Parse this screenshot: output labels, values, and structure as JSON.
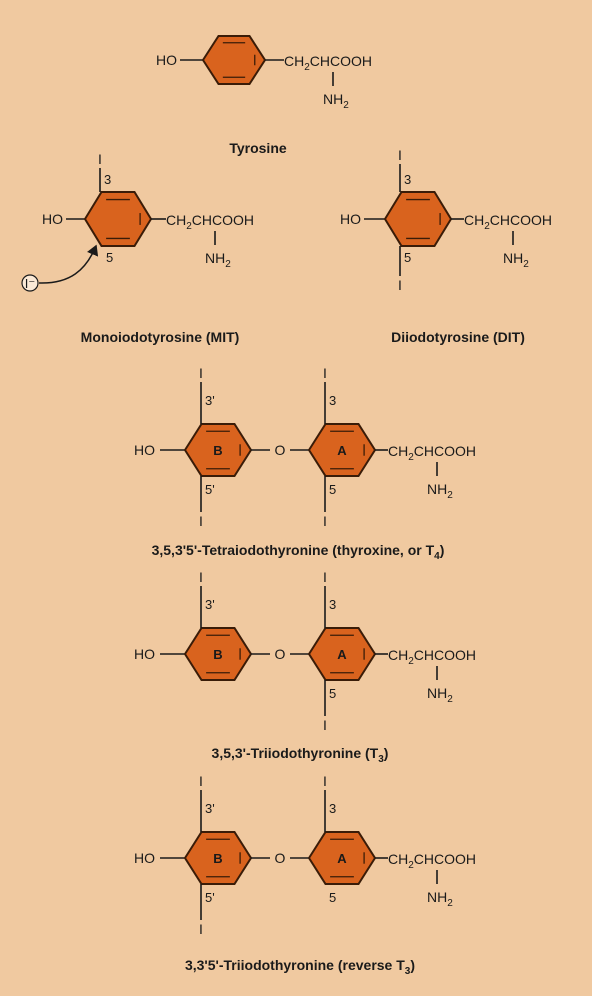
{
  "colors": {
    "background": "#f0c9a0",
    "ring_fill": "#d9631e",
    "ring_stroke": "#3a1c08",
    "ink": "#1a1a1a"
  },
  "labels": {
    "ho": "HO",
    "o": "O",
    "iodine": "I",
    "side_chain": "CH2CHCOOH",
    "amine": "NH2",
    "iodide_ion": "I⁻",
    "ring_a": "A",
    "ring_b": "B",
    "pos_3": "3",
    "pos_5": "5",
    "pos_3p": "3'",
    "pos_5p": "5'"
  },
  "captions": {
    "tyrosine": "Tyrosine",
    "mit": "Monoiodotyrosine (MIT)",
    "dit": "Diiodotyrosine (DIT)",
    "t4_main": "3,5,3'5'-Tetraiodothyronine (thyroxine, or T",
    "t4_sub": "4",
    "t4_end": ")",
    "t3_main": "3,5,3'-Triiodothyronine (T",
    "t3_sub": "3",
    "t3_end": ")",
    "rt3_main": "3,3'5'-Triiodothyronine (reverse T",
    "rt3_sub": "3",
    "rt3_end": ")"
  }
}
